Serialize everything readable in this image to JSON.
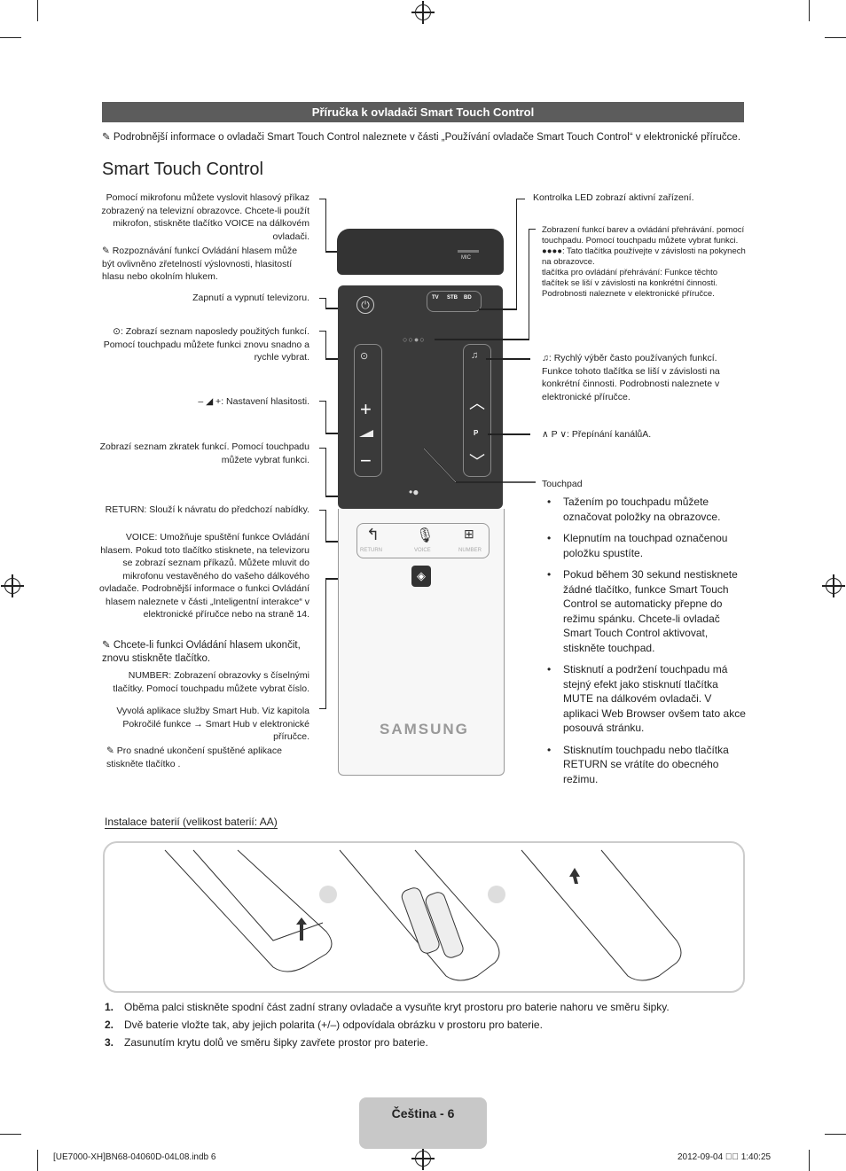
{
  "header": {
    "title": "Příručka k ovladači Smart Touch Control"
  },
  "intro_note": "Podrobnější informace o ovladači Smart Touch Control naleznete v části „Používání ovladače Smart Touch Control“ v elektronické příručce.",
  "section_title": "Smart Touch Control",
  "left_labels": {
    "mic": "Pomocí mikrofonu můžete vyslovit hlasový příkaz zobrazený na televizní obrazovce. Chcete-li použít mikrofon, stiskněte tlačítko VOICE na dálkovém ovladači.",
    "mic_note": "Rozpoznávání funkcí Ovládání hlasem může být ovlivněno zřetelností výslovnosti, hlasitostí hlasu nebo okolním hlukem.",
    "power": "Zapnutí a vypnutí televizoru.",
    "recent": ": Zobrazí seznam naposledy použitých funkcí. Pomocí touchpadu můžete funkci znovu snadno a rychle vybrat.",
    "volume": "– ◢ +: Nastavení hlasitosti.",
    "shortcuts": "Zobrazí seznam zkratek funkcí. Pomocí touchpadu můžete vybrat funkci.",
    "return": "RETURN: Slouží k návratu do předchozí nabídky.",
    "voice": "VOICE: Umožňuje spuštění funkce Ovládání hlasem. Pokud toto tlačítko stisknete, na televizoru se zobrazí seznam příkazů. Můžete mluvit do mikrofonu vestavěného do vašeho dálkového ovladače. Podrobnější informace o funkci Ovládání hlasem naleznete v části „Inteligentní interakce“ v elektronické příručce nebo na straně 14.",
    "voice_note": "Chcete-li funkci Ovládání hlasem ukončit, znovu stiskněte tlačítko.",
    "number": "NUMBER: Zobrazení obrazovky s číselnými tlačítky. Pomocí touchpadu můžete vybrat číslo.",
    "smarthub": "Vyvolá aplikace služby Smart Hub. Viz kapitola Pokročilé funkce → Smart Hub v elektronické příručce.",
    "smarthub_note": "Pro snadné ukončení spuštěné aplikace stiskněte tlačítko ."
  },
  "right_labels": {
    "led": "Kontrolka LED zobrazí aktivní zařízení.",
    "colors_1": "Zobrazení funkcí barev a ovládání přehrávání. pomocí touchpadu. Pomocí touchpadu můžete vybrat funkci.",
    "colors_2": ": Tato tlačítka používejte v závislosti na pokynech na obrazovce.",
    "colors_3": "tlačítka pro ovládání přehrávání: Funkce těchto tlačítek se liší v závislosti na konkrétní činnosti. Podrobnosti naleznete v elektronické příručce.",
    "quick": ": Rychlý výběr často používaných funkcí. Funkce tohoto tlačítka se liší v závislosti na konkrétní činnosti. Podrobnosti naleznete v elektronické příručce.",
    "channel": "∧ P ∨: Přepínání kanálůA.",
    "touchpad_title": "Touchpad",
    "touchpad_items": [
      "Tažením po touchpadu můžete označovat položky na obrazovce.",
      "Klepnutím na touchpad označenou položku spustíte.",
      "Pokud během 30 sekund nestisknete žádné tlačítko, funkce Smart Touch Control se automaticky přepne do režimu spánku. Chcete-li ovladač Smart Touch Control aktivovat, stiskněte touchpad.",
      "Stisknutí a podržení touchpadu má stejný efekt jako stisknutí tlačítka MUTE na dálkovém ovladači. V aplikaci Web Browser ovšem tato akce posouvá stránku.",
      "Stisknutím touchpadu nebo tlačítka RETURN se vrátíte do obecného režimu."
    ]
  },
  "remote": {
    "mic": "MIC",
    "source_buttons": [
      "TV",
      "STB",
      "BD"
    ],
    "bottom_buttons": [
      "RETURN",
      "VOICE",
      "NUMBER"
    ],
    "channel": "P",
    "brand": "SAMSUNG"
  },
  "battery": {
    "title": "Instalace baterií (velikost baterií: AA)",
    "steps": [
      {
        "num": "1.",
        "text": "Oběma palci stiskněte spodní část zadní strany ovladače a vysuňte kryt prostoru pro baterie nahoru ve směru šipky."
      },
      {
        "num": "2.",
        "text": "Dvě baterie vložte tak, aby jejich polarita (+/–) odpovídala obrázku v prostoru pro baterie."
      },
      {
        "num": "3.",
        "text": "Zasunutím krytu dolů ve směru šipky zavřete prostor pro baterie."
      }
    ]
  },
  "footer": {
    "page": "Čeština - 6",
    "file": "[UE7000-XH]BN68-04060D-04L08.indb   6",
    "date": "2012-09-04   󰀀󰀀 1:40:25"
  }
}
